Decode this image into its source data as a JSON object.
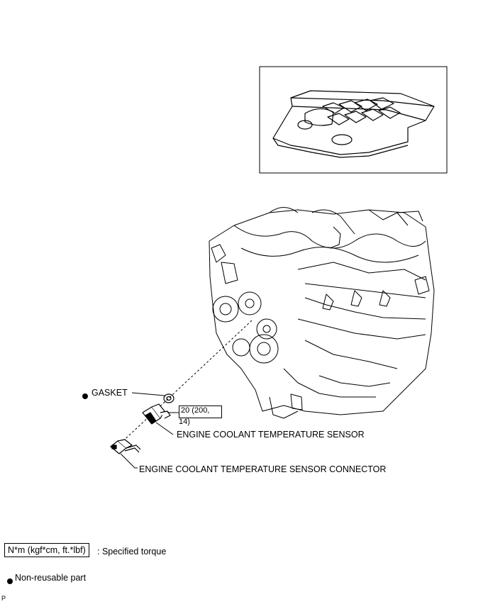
{
  "labels": {
    "gasket": "GASKET",
    "sensor": "ENGINE COOLANT TEMPERATURE SENSOR",
    "connector": "ENGINE COOLANT TEMPERATURE SENSOR CONNECTOR"
  },
  "torque": {
    "value_line1": "20 (200,",
    "value_line2": "14)"
  },
  "legend": {
    "torque_unit": "N*m (kgf*cm, ft.*lbf)",
    "torque_desc": ": Specified torque",
    "nonreusable_desc": "Non-reusable part"
  },
  "footer": {
    "code": "P"
  }
}
